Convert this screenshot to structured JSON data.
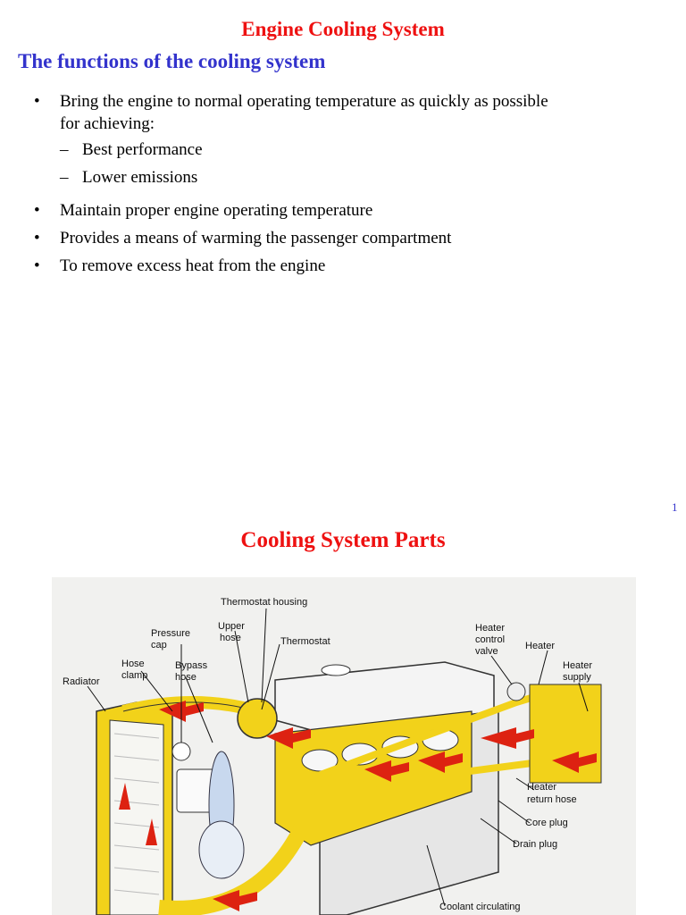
{
  "slide1": {
    "title": "Engine Cooling System",
    "heading": "The functions of the cooling system",
    "bullets": {
      "b1_line1": "Bring the engine to normal operating temperature as quickly as possible",
      "b1_line2": "for achieving:",
      "sub1": "Best performance",
      "sub2": "Lower emissions",
      "b2": "Maintain proper engine operating temperature",
      "b3": "Provides a means of warming the passenger compartment",
      "b4": "To remove excess heat from the engine"
    },
    "bullet_char": "•",
    "dash_char": "–",
    "page_number": "1"
  },
  "slide2": {
    "title": "Cooling System Parts",
    "figure_labels": {
      "thermostat_housing": "Thermostat housing",
      "upper_hose_1": "Upper",
      "upper_hose_2": "hose",
      "pressure_cap_1": "Pressure",
      "pressure_cap_2": "cap",
      "thermostat": "Thermostat",
      "hose_clamp_1": "Hose",
      "hose_clamp_2": "clamp",
      "bypass_hose_1": "Bypass",
      "bypass_hose_2": "hose",
      "radiator": "Radiator",
      "heater_control_valve_1": "Heater",
      "heater_control_valve_2": "control",
      "heater_control_valve_3": "valve",
      "heater": "Heater",
      "heater_supply_1": "Heater",
      "heater_supply_2": "supply",
      "heater_return_hose_1": "Heater",
      "heater_return_hose_2": "return hose",
      "core_plug": "Core plug",
      "drain_plug": "Drain plug",
      "coolant_circulating": "Coolant circulating"
    }
  }
}
